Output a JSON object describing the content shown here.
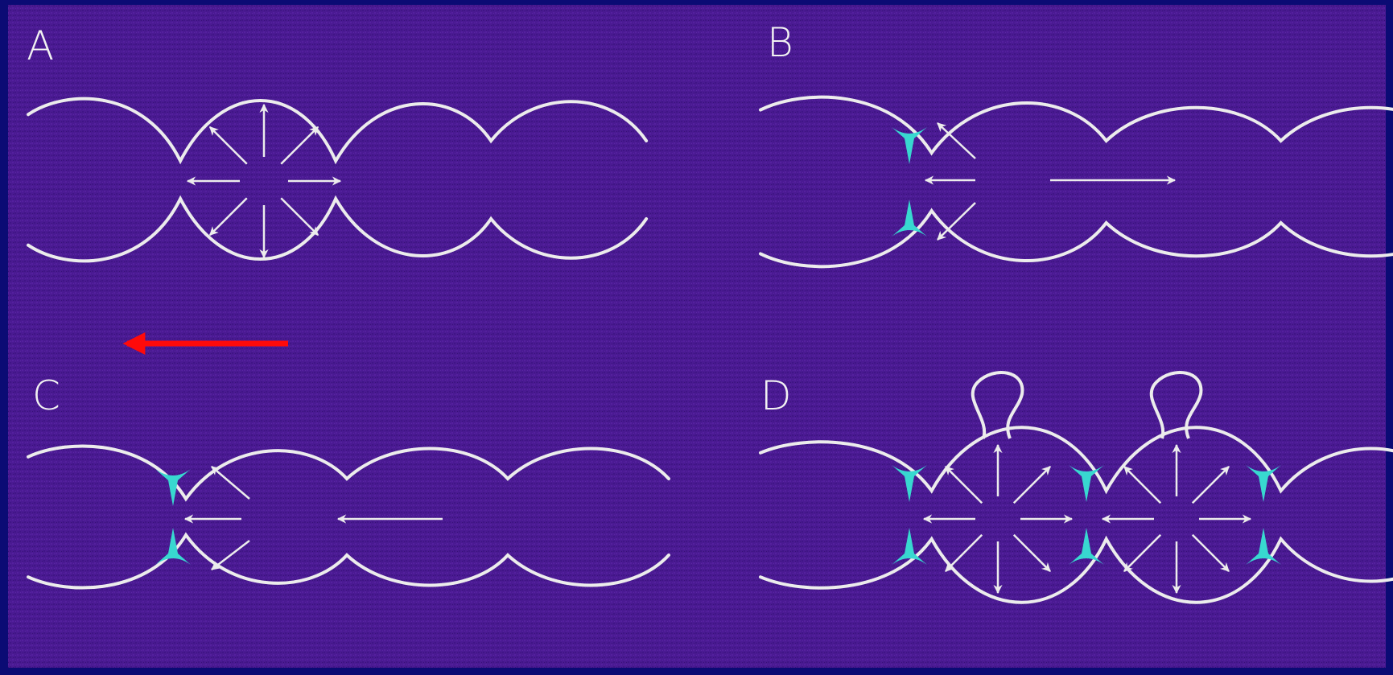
{
  "colors": {
    "border": "#0b0b74",
    "background": "#4a1a92",
    "background_dark": "#3a1078",
    "line": "#ececec",
    "junction": "#38d8d0",
    "pointer_arrow": "#ff0a0a"
  },
  "panels": [
    {
      "id": "A",
      "label": "A",
      "state": "one cell swells, arrows pointing outward in all directions"
    },
    {
      "id": "B",
      "label": "B",
      "state": "junctions close, flow directed to the right"
    },
    {
      "id": "C",
      "label": "C",
      "state": "junctions close, flow directed to the left"
    },
    {
      "id": "D",
      "label": "D",
      "state": "two cells swell between closed junctions, outward flow and blebs on top"
    }
  ],
  "pointer": {
    "direction": "left",
    "icon": "red-arrow-icon"
  }
}
